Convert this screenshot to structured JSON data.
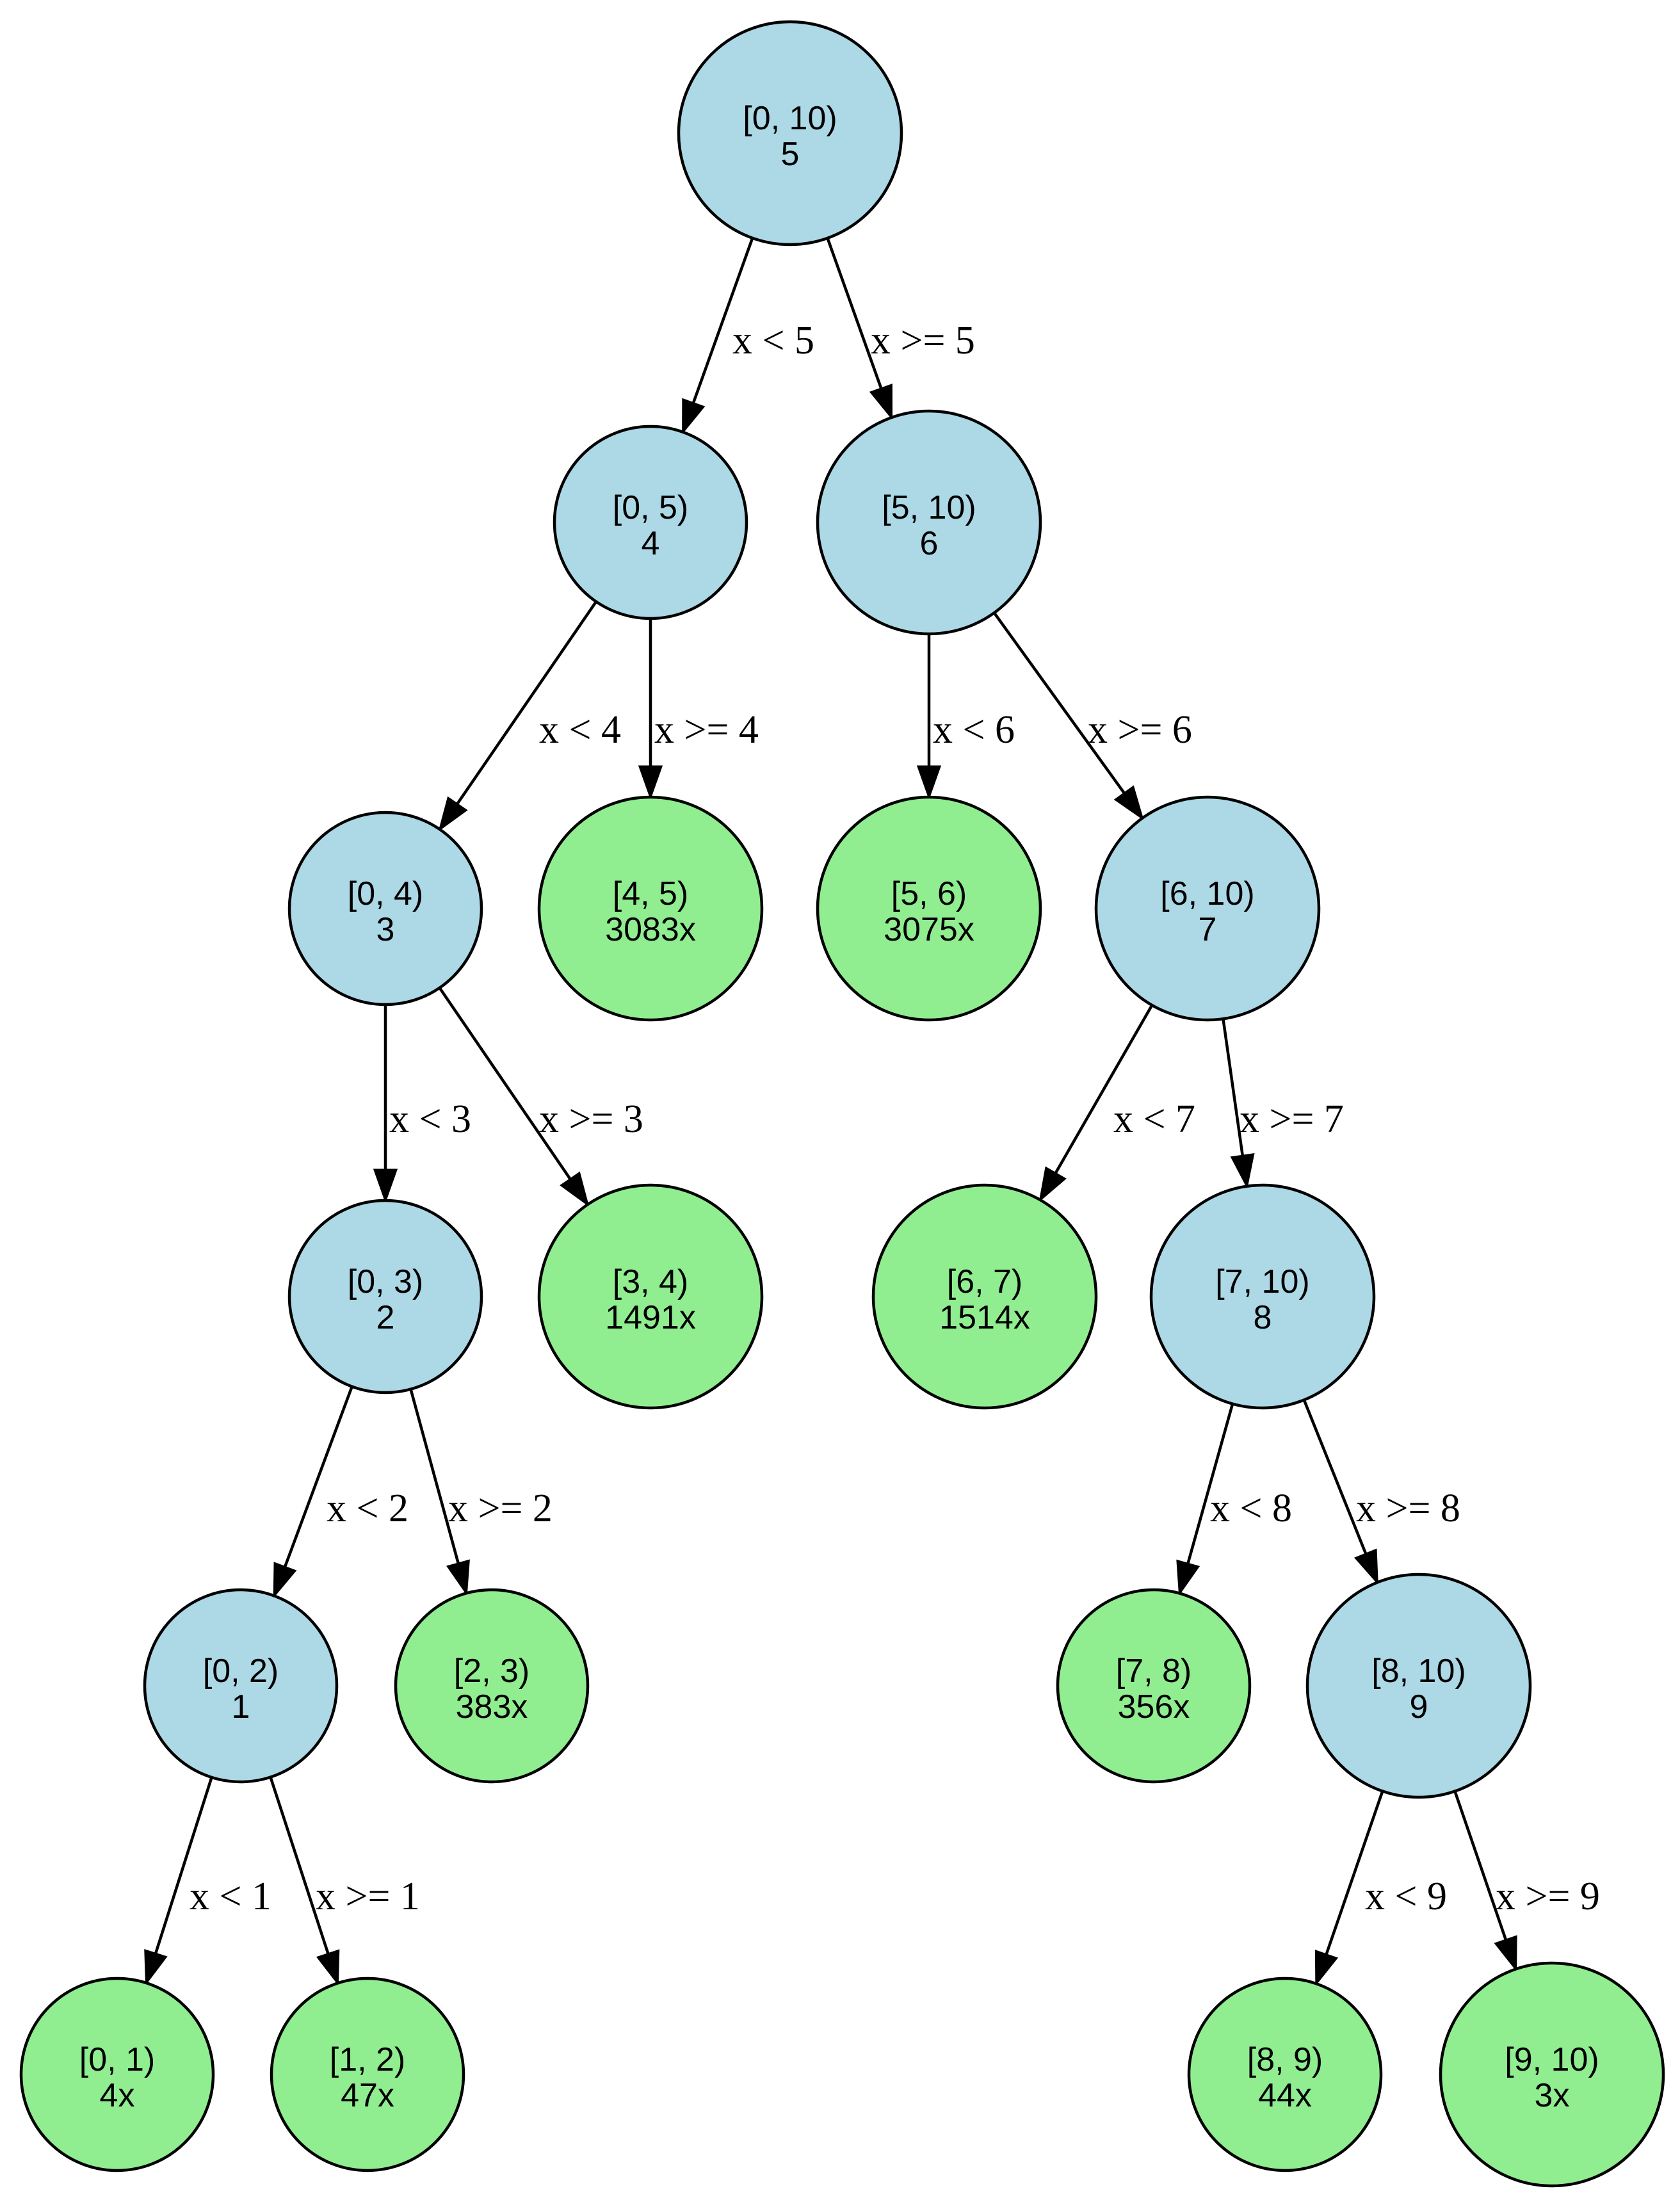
{
  "colors": {
    "internal": "#add8e6",
    "leaf": "#90ee90"
  },
  "nodes": [
    {
      "id": "n0-10",
      "line1": "[0, 10)",
      "line2": "5",
      "type": "internal"
    },
    {
      "id": "n0-5",
      "line1": "[0, 5)",
      "line2": "4",
      "type": "internal"
    },
    {
      "id": "n5-10",
      "line1": "[5, 10)",
      "line2": "6",
      "type": "internal"
    },
    {
      "id": "n0-4",
      "line1": "[0, 4)",
      "line2": "3",
      "type": "internal"
    },
    {
      "id": "n4-5",
      "line1": "[4, 5)",
      "line2": "3083x",
      "type": "leaf"
    },
    {
      "id": "n5-6",
      "line1": "[5, 6)",
      "line2": "3075x",
      "type": "leaf"
    },
    {
      "id": "n6-10",
      "line1": "[6, 10)",
      "line2": "7",
      "type": "internal"
    },
    {
      "id": "n0-3",
      "line1": "[0, 3)",
      "line2": "2",
      "type": "internal"
    },
    {
      "id": "n3-4",
      "line1": "[3, 4)",
      "line2": "1491x",
      "type": "leaf"
    },
    {
      "id": "n6-7",
      "line1": "[6, 7)",
      "line2": "1514x",
      "type": "leaf"
    },
    {
      "id": "n7-10",
      "line1": "[7, 10)",
      "line2": "8",
      "type": "internal"
    },
    {
      "id": "n0-2",
      "line1": "[0, 2)",
      "line2": "1",
      "type": "internal"
    },
    {
      "id": "n2-3",
      "line1": "[2, 3)",
      "line2": "383x",
      "type": "leaf"
    },
    {
      "id": "n7-8",
      "line1": "[7, 8)",
      "line2": "356x",
      "type": "leaf"
    },
    {
      "id": "n8-10",
      "line1": "[8, 10)",
      "line2": "9",
      "type": "internal"
    },
    {
      "id": "n0-1",
      "line1": "[0, 1)",
      "line2": "4x",
      "type": "leaf"
    },
    {
      "id": "n1-2",
      "line1": "[1, 2)",
      "line2": "47x",
      "type": "leaf"
    },
    {
      "id": "n8-9",
      "line1": "[8, 9)",
      "line2": "44x",
      "type": "leaf"
    },
    {
      "id": "n9-10",
      "line1": "[9, 10)",
      "line2": "3x",
      "type": "leaf"
    }
  ],
  "edges": [
    {
      "from": "n0-10",
      "to": "n0-5",
      "label": "x < 5"
    },
    {
      "from": "n0-10",
      "to": "n5-10",
      "label": "x >= 5"
    },
    {
      "from": "n0-5",
      "to": "n0-4",
      "label": "x < 4"
    },
    {
      "from": "n0-5",
      "to": "n4-5",
      "label": "x >= 4"
    },
    {
      "from": "n5-10",
      "to": "n5-6",
      "label": "x < 6"
    },
    {
      "from": "n5-10",
      "to": "n6-10",
      "label": "x >= 6"
    },
    {
      "from": "n0-4",
      "to": "n0-3",
      "label": "x < 3"
    },
    {
      "from": "n0-4",
      "to": "n3-4",
      "label": "x >= 3"
    },
    {
      "from": "n6-10",
      "to": "n6-7",
      "label": "x < 7"
    },
    {
      "from": "n6-10",
      "to": "n7-10",
      "label": "x >= 7"
    },
    {
      "from": "n0-3",
      "to": "n0-2",
      "label": "x < 2"
    },
    {
      "from": "n0-3",
      "to": "n2-3",
      "label": "x >= 2"
    },
    {
      "from": "n7-10",
      "to": "n7-8",
      "label": "x < 8"
    },
    {
      "from": "n7-10",
      "to": "n8-10",
      "label": "x >= 8"
    },
    {
      "from": "n0-2",
      "to": "n0-1",
      "label": "x < 1"
    },
    {
      "from": "n0-2",
      "to": "n1-2",
      "label": "x >= 1"
    },
    {
      "from": "n8-10",
      "to": "n8-9",
      "label": "x < 9"
    },
    {
      "from": "n8-10",
      "to": "n9-10",
      "label": "x >= 9"
    }
  ]
}
